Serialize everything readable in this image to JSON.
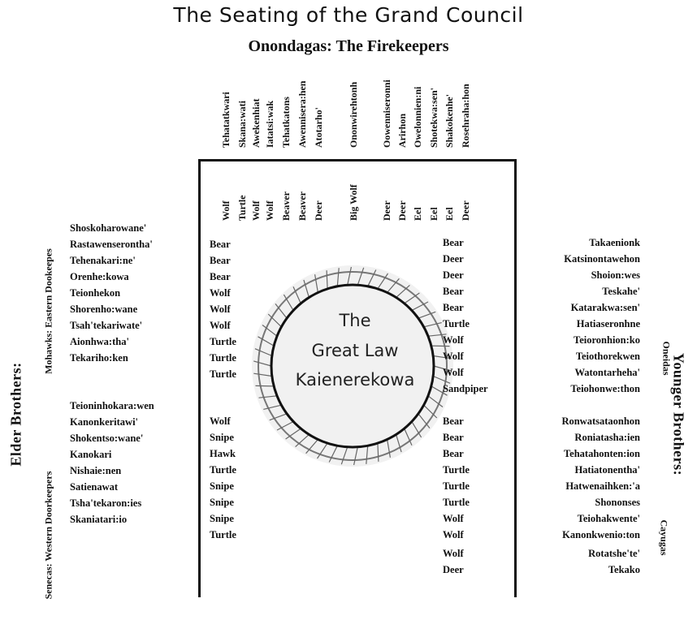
{
  "title": "The Seating of the Grand Council",
  "subtitle": "Onondagas:  The Firekeepers",
  "center": {
    "line1": "The",
    "line2": "Great Law",
    "line3": "Kaienerekowa"
  },
  "top": {
    "names": [
      "Tehatatkwari",
      "Skana:wati",
      "Awekenhiat",
      "Iatatsi:wak",
      "Tehatkatons",
      "Awennisera:hen",
      "Atotarho'",
      "Ononwirehtonh",
      "Oowenniseronni",
      "Arirhon",
      "Owelonnien:ni",
      "Shotekwa:sen'",
      "Shakokenhe'",
      "Rosehraha:hon"
    ],
    "clans": [
      "Wolf",
      "Turtle",
      "Wolf",
      "Wolf",
      "Beaver",
      "Beaver",
      "Deer",
      "Big Wolf",
      "Deer",
      "Deer",
      "Eel",
      "Eel",
      "Eel",
      "Deer"
    ]
  },
  "left": {
    "group_label": "Elder Brothers:",
    "mohawks": {
      "label": "Mohawks:  Eastern Dookeepes",
      "names": [
        "Shoskoharowane'",
        "Rastawenserontha'",
        "Tehenakari:ne'",
        "Orenhe:kowa",
        "Teionhekon",
        "Shorenho:wane",
        "Tsah'tekariwate'",
        "Aionhwa:tha'",
        "Tekariho:ken"
      ],
      "clans": [
        "",
        "Bear",
        "Bear",
        "Bear",
        "Wolf",
        "Wolf",
        "Wolf",
        "Turtle",
        "Turtle",
        "Turtle"
      ]
    },
    "senecas": {
      "label": "Senecas:  Western Doorkeepers",
      "names": [
        "Teioninhokara:wen",
        "Kanonkeritawi'",
        "Shokentso:wane'",
        "Kanokari",
        "Nishaie:nen",
        "Satienawat",
        "Tsha'tekaron:ies",
        "Skaniatari:io"
      ],
      "clans": [
        "Wolf",
        "Snipe",
        "Hawk",
        "Turtle",
        "Snipe",
        "Snipe",
        "Snipe",
        "Turtle"
      ]
    }
  },
  "right": {
    "group_label": "Younger Brothers:",
    "oneidas": {
      "label": "Oneidas",
      "names": [
        "Takaenionk",
        "Katsinontawehon",
        "Shoion:wes",
        "Teskahe'",
        "Katarakwa:sen'",
        "Hatiaseronhne",
        "Teioronhion:ko",
        "Teiothorekwen",
        "Watontarheha'",
        "Teiohonwe:thon"
      ],
      "clans": [
        "Bear",
        "Deer",
        "Deer",
        "Bear",
        "Bear",
        "Turtle",
        "Wolf",
        "Wolf",
        "Wolf",
        "Sandpiper"
      ]
    },
    "cayugas": {
      "label": "Cayugas",
      "names": [
        "Ronwatsataonhon",
        "Roniatasha:ien",
        "Tehatahonten:ion",
        "Hatiatonentha'",
        "Hatwenaihken:'a",
        "Shononses",
        "Teiohakwente'",
        "Kanonkwenio:ton",
        "Rotatshe'te'",
        "Tekako"
      ],
      "clans": [
        "Bear",
        "Bear",
        "Bear",
        "Turtle",
        "Turtle",
        "Turtle",
        "Wolf",
        "Wolf",
        "Wolf",
        "Deer"
      ]
    }
  }
}
